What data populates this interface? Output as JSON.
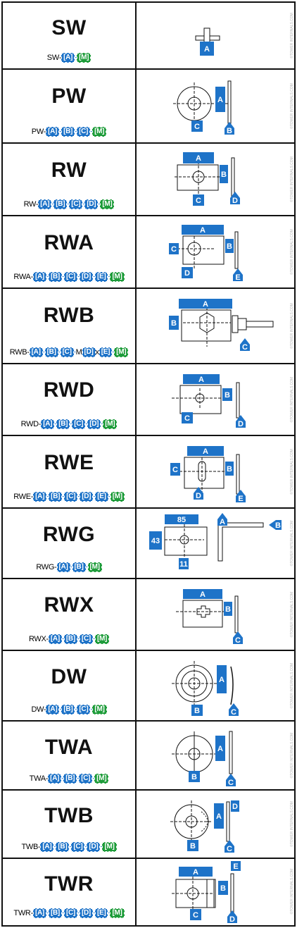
{
  "watermark": "©TOWER INTERNALS.COM",
  "colors": {
    "blue": "#1e73c8",
    "green": "#1e9c3a",
    "ink": "#111111"
  },
  "rows": [
    {
      "code": "SW",
      "prefix": "SW-",
      "tokens": [
        "[A]",
        "[M]"
      ]
    },
    {
      "code": "PW",
      "prefix": "PW-",
      "tokens": [
        "[A]",
        "[B]",
        "[C]",
        "[M]"
      ]
    },
    {
      "code": "RW",
      "prefix": "RW-",
      "tokens": [
        "[A]",
        "[B]",
        "[C]",
        "[D]",
        "[M]"
      ]
    },
    {
      "code": "RWA",
      "prefix": "RWA-",
      "tokens": [
        "[A]",
        "[B]",
        "[C]",
        "[D]",
        "[E]",
        "[M]"
      ]
    },
    {
      "code": "RWB",
      "prefix": "RWB-",
      "tokens": [
        "[A]",
        "[B]",
        "[C]"
      ],
      "mid": "M",
      "tokens2": [
        "[D]"
      ],
      "x": "x",
      "tokens3": [
        "[E]",
        "[M]"
      ]
    },
    {
      "code": "RWD",
      "prefix": "RWD-",
      "tokens": [
        "[A]",
        "[B]",
        "[C]",
        "[D]",
        "[M]"
      ]
    },
    {
      "code": "RWE",
      "prefix": "RWE-",
      "tokens": [
        "[A]",
        "[B]",
        "[C]",
        "[D]",
        "[E]",
        "[M]"
      ]
    },
    {
      "code": "RWG",
      "prefix": "RWG-",
      "tokens": [
        "[A]",
        "[B]",
        "[M]"
      ]
    },
    {
      "code": "RWX",
      "prefix": "RWX-",
      "tokens": [
        "[A]",
        "[B]",
        "[C]",
        "[M]"
      ]
    },
    {
      "code": "DW",
      "prefix": "DW-",
      "tokens": [
        "[A]",
        "[B]",
        "[C]",
        "[M]"
      ]
    },
    {
      "code": "TWA",
      "prefix": "TWA-",
      "tokens": [
        "[A]",
        "[B]",
        "[C]",
        "[M]"
      ]
    },
    {
      "code": "TWB",
      "prefix": "TWB-",
      "tokens": [
        "[A]",
        "[B]",
        "[C]",
        "[D]",
        "[M]"
      ]
    },
    {
      "code": "TWR",
      "prefix": "TWR-",
      "tokens": [
        "[A]",
        "[B]",
        "[C]",
        "[D]",
        "[E]",
        "[M]"
      ]
    }
  ],
  "diagram_labels": {
    "A": "A",
    "B": "B",
    "C": "C",
    "D": "D",
    "E": "E",
    "rwg_width": "85",
    "rwg_height": "43",
    "rwg_hole": "11"
  }
}
